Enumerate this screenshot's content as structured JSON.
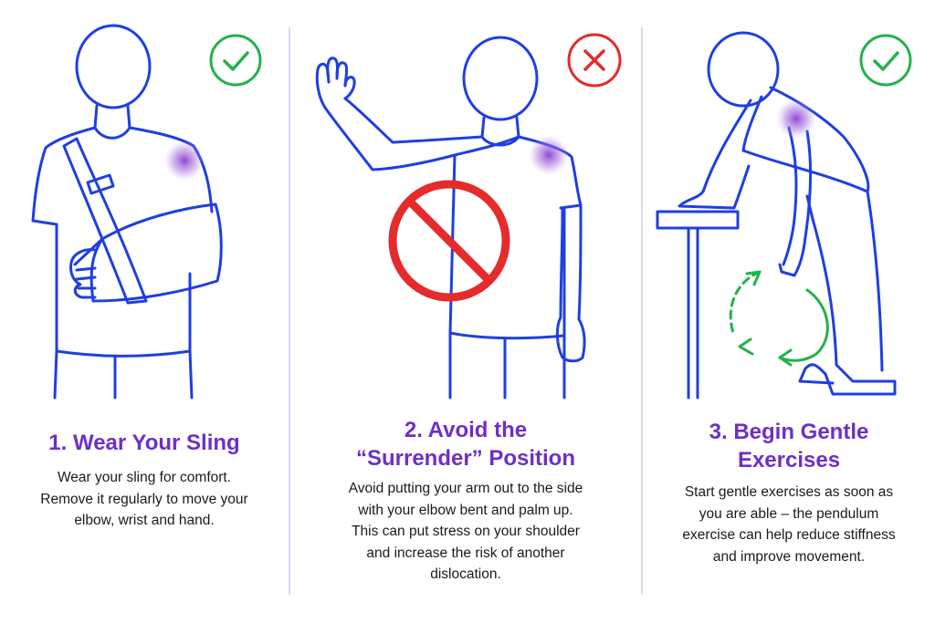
{
  "panels": [
    {
      "status": "do",
      "status_icon": "check-icon",
      "title_lines": [
        "1. Wear Your Sling"
      ],
      "description_lines": [
        "Wear your sling for comfort.",
        "Remove it regularly to move your",
        "elbow, wrist and hand."
      ]
    },
    {
      "status": "dont",
      "status_icon": "cross-icon",
      "title_lines": [
        "2. Avoid the",
        "“Surrender” Position"
      ],
      "description_lines": [
        "Avoid putting your arm out to the side",
        "with your elbow bent and palm up.",
        "This can put stress on your shoulder",
        "and increase the risk of another",
        "dislocation."
      ]
    },
    {
      "status": "do",
      "status_icon": "check-icon",
      "title_lines": [
        "3. Begin Gentle",
        "Exercises"
      ],
      "description_lines": [
        "Start gentle exercises as soon as",
        "you are able – the pendulum",
        "exercise can help reduce stiffness",
        "and improve movement."
      ]
    }
  ],
  "colors": {
    "figure_line": "#1f3fe0",
    "title": "#6e2fc7",
    "check": "#22b24c",
    "cross": "#e52b2b",
    "injury_glow": "#8a3fd0",
    "divider": "#d9dcef"
  }
}
